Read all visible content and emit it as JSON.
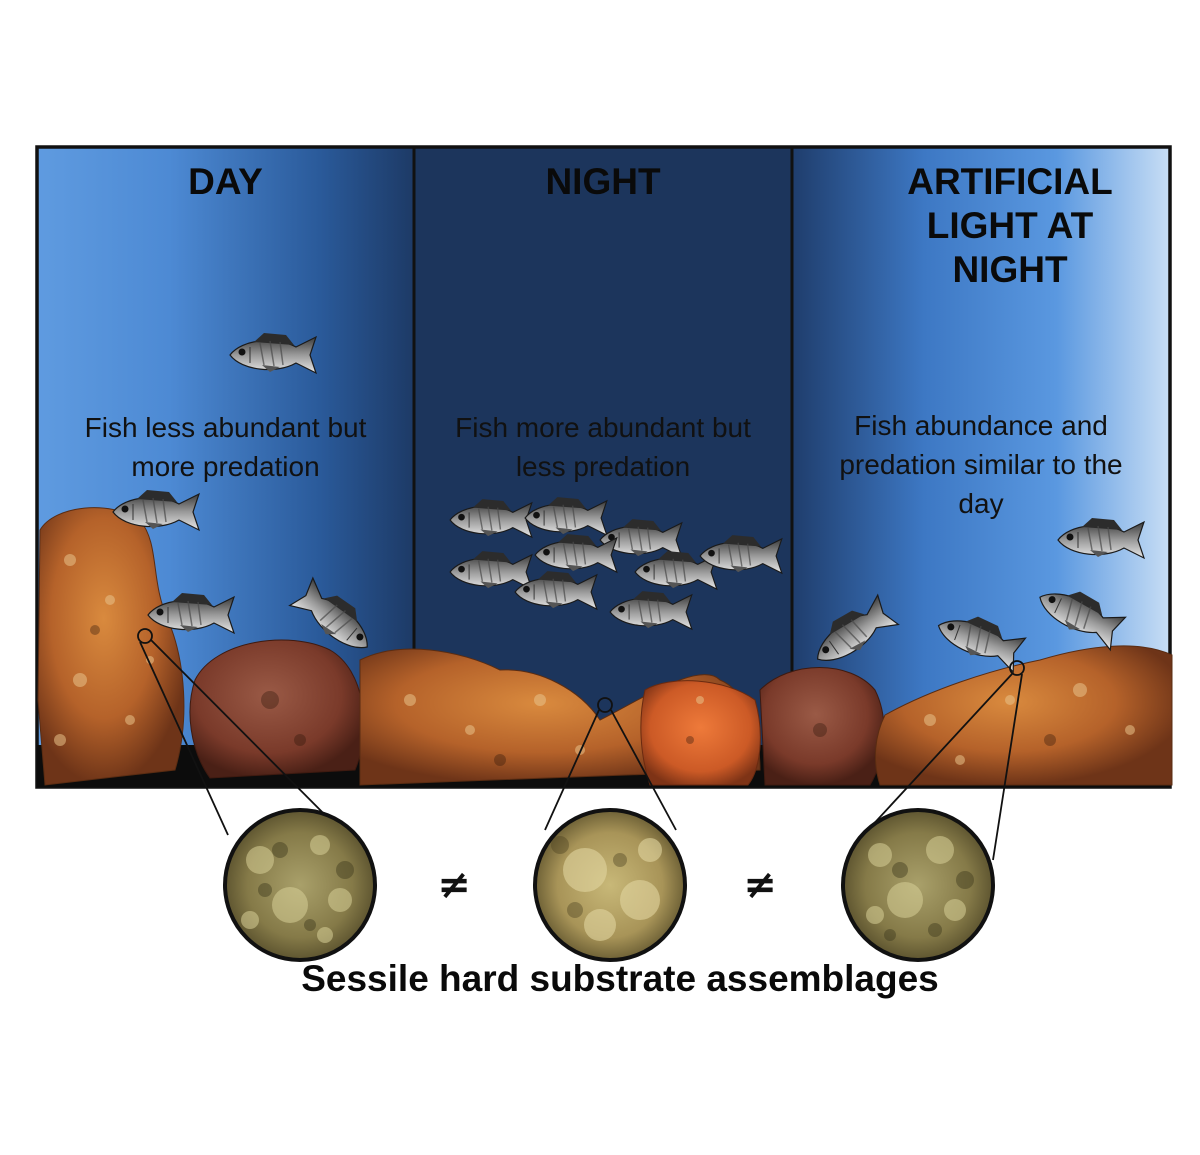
{
  "panels": [
    {
      "title": "DAY",
      "description": "Fish less abundant but\nmore predation"
    },
    {
      "title": "NIGHT",
      "description": "Fish more abundant but\nless predation"
    },
    {
      "title": "ARTIFICIAL\nLIGHT AT\nNIGHT",
      "description": "Fish abundance and\npredation similar to the\nday"
    }
  ],
  "comparison_symbols": [
    "≠",
    "≠"
  ],
  "caption": "Sessile hard substrate assemblages",
  "colors": {
    "night_water": "#1c355c",
    "light_water": "#4f8fd8",
    "pale_water": "#c5dcf4",
    "rock_orange": "#c46a2c",
    "rock_red": "#8a3a2a",
    "lens_green": "#9c9457"
  }
}
